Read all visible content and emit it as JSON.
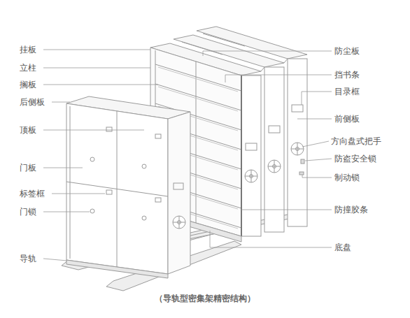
{
  "diagram": {
    "caption": "（导轨型密集架精密结构）",
    "labels": [
      "挂板",
      "立柱",
      "搁板",
      "后侧板",
      "顶板",
      "门板",
      "标签框",
      "门锁",
      "导轨",
      "防尘板",
      "挡书条",
      "目录框",
      "前侧板",
      "方向盘式把手",
      "防盗安全锁",
      "制动锁",
      "防撞胶条",
      "底盘"
    ]
  }
}
